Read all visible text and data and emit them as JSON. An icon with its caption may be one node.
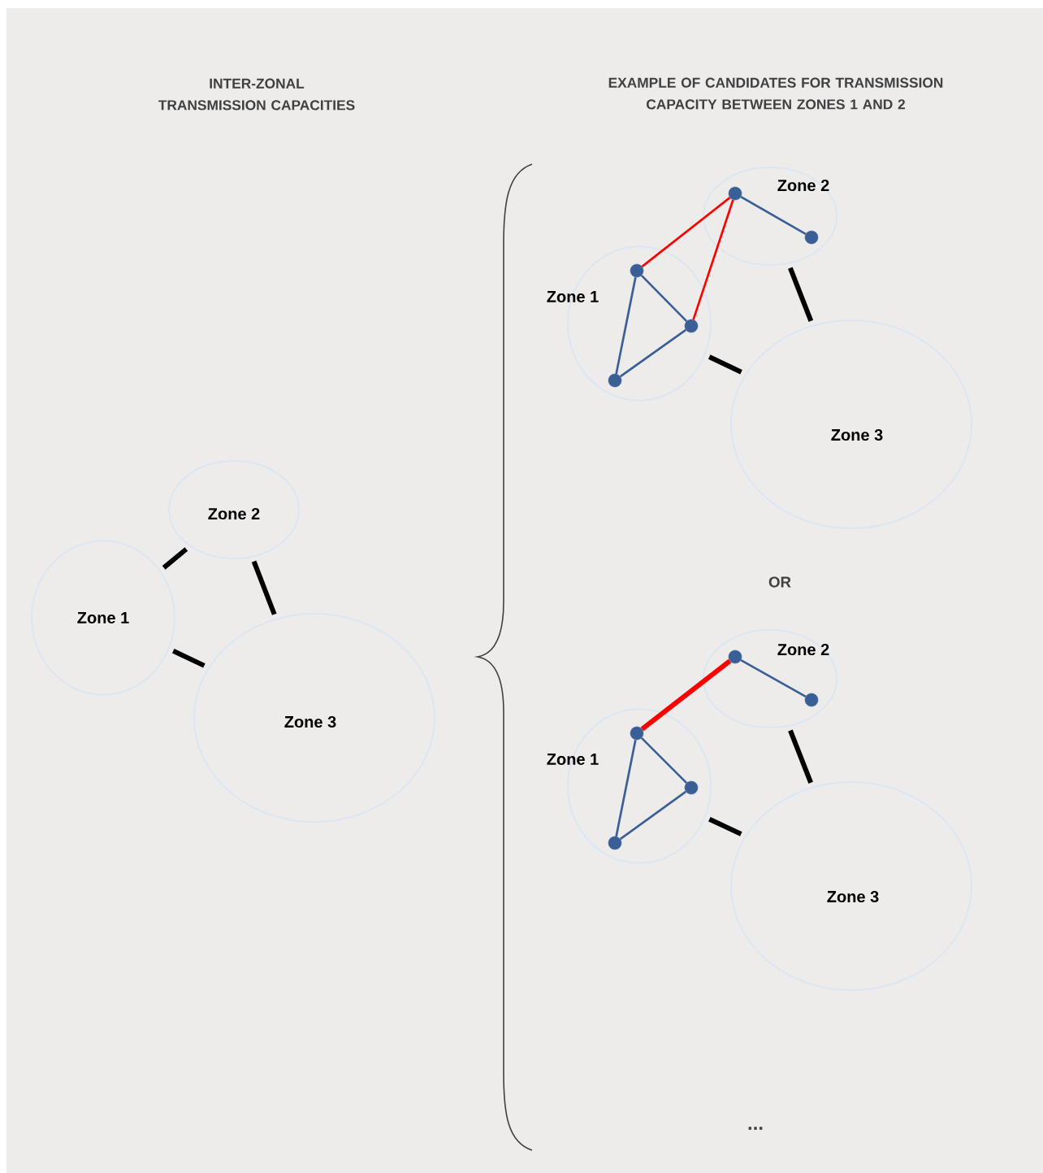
{
  "diagram": {
    "nodes": [
      {
        "text": [
          "Zone 1"
        ]
      },
      {
        "text": [
          "Zone 2"
        ]
      },
      {
        "text": [
          "Zone 3"
        ]
      },
      {
        "text": [
          "Zone 1"
        ]
      },
      {
        "text": [
          "Zone 2"
        ]
      },
      {
        "text": [
          "Zone 3"
        ]
      },
      {
        "text": [],
        "shape": "circle",
        "in": 3
      },
      {
        "text": [],
        "shape": "circle",
        "in": 3
      },
      {
        "text": [],
        "shape": "circle",
        "in": 3
      },
      {
        "text": [],
        "shape": "circle",
        "in": 4
      },
      {
        "text": [],
        "shape": "circle",
        "in": 4
      },
      {
        "text": [
          "Zone 1"
        ]
      },
      {
        "text": [
          "Zone 2"
        ]
      },
      {
        "text": [
          "Zone 3"
        ]
      },
      {
        "text": [],
        "shape": "circle",
        "in": 11
      },
      {
        "text": [],
        "shape": "circle",
        "in": 11
      },
      {
        "text": [],
        "shape": "circle",
        "in": 11
      },
      {
        "text": [],
        "shape": "circle",
        "in": 12
      },
      {
        "text": [],
        "shape": "circle",
        "in": 12
      }
    ],
    "edges": [
      {
        "from": 0,
        "to": 1,
        "arrow": "none",
        "style": "thick",
        "color": "#000000"
      },
      {
        "from": 1,
        "to": 2,
        "arrow": "none",
        "style": "thick",
        "color": "#000000"
      },
      {
        "from": 0,
        "to": 2,
        "arrow": "none",
        "style": "thick",
        "color": "#000000"
      },
      {
        "from": 6,
        "to": 9,
        "arrow": "none",
        "color": "#ff0000"
      },
      {
        "from": 7,
        "to": 9,
        "arrow": "none",
        "color": "#ff0000"
      },
      {
        "from": 6,
        "to": 7,
        "arrow": "none"
      },
      {
        "from": 6,
        "to": 8,
        "arrow": "none"
      },
      {
        "from": 8,
        "to": 7,
        "arrow": "none"
      },
      {
        "from": 9,
        "to": 10,
        "arrow": "none"
      },
      {
        "from": 4,
        "to": 5,
        "arrow": "none",
        "style": "thick",
        "color": "#000000"
      },
      {
        "from": 3,
        "to": 5,
        "arrow": "none",
        "style": "thick",
        "color": "#000000"
      },
      {
        "from": 14,
        "to": 17,
        "arrow": "none",
        "style": "thick",
        "color": "#ff0000"
      },
      {
        "from": 14,
        "to": 15,
        "arrow": "none"
      },
      {
        "from": 14,
        "to": 16,
        "arrow": "none"
      },
      {
        "from": 16,
        "to": 15,
        "arrow": "none"
      },
      {
        "from": 17,
        "to": 18,
        "arrow": "none"
      },
      {
        "from": 12,
        "to": 13,
        "arrow": "none",
        "style": "thick",
        "color": "#000000"
      },
      {
        "from": 11,
        "to": 13,
        "arrow": "none",
        "style": "thick",
        "color": "#000000"
      }
    ],
    "labels": [
      "INTER-ZONAL TRANSMISSION CAPACITIES",
      "EXAMPLE OF CANDIDATES FOR TRANSMISSION CAPACITY BETWEEN ZONES 1 AND 2",
      "OR",
      "..."
    ]
  }
}
